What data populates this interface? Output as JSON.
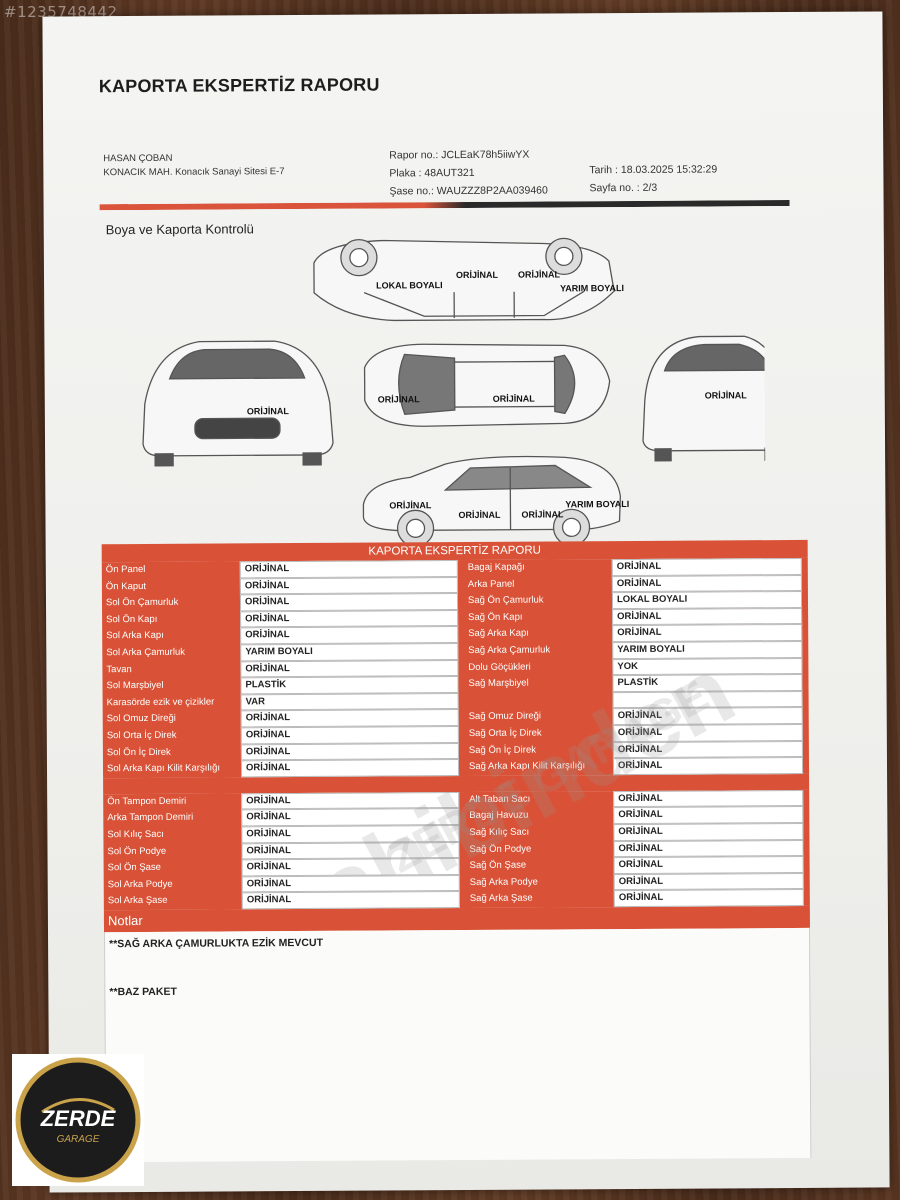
{
  "photo_id": "#1235748442",
  "document": {
    "title": "KAPORTA EKSPERTİZ RAPORU",
    "owner_name": "HASAN ÇOBAN",
    "owner_address": "KONACIK MAH. Konacık Sanayi Sitesi E-7",
    "report_no": "Rapor no.: JCLEaK78h5iiwYX",
    "plate": "Plaka : 48AUT321",
    "chassis": "Şase no.: WAUZZZ8P2AA039460",
    "date": "Tarih : 18.03.2025 15:32:29",
    "page": "Sayfa no. : 2/3"
  },
  "section_title": "Boya ve Kaporta Kontrolü",
  "diagram_labels": {
    "top_left": "LOKAL BOYALI",
    "top_mid1": "ORİJİNAL",
    "top_mid2": "ORİJİNAL",
    "top_right": "YARIM BOYALI",
    "front": "ORİJİNAL",
    "roof_front": "ORİJİNAL",
    "roof": "ORİJİNAL",
    "rear": "ORİJİNAL",
    "bottom_left": "ORİJİNAL",
    "bottom_mid1": "ORİJİNAL",
    "bottom_mid2": "ORİJİNAL",
    "bottom_right": "YARIM BOYALI"
  },
  "report_table": {
    "title": "KAPORTA EKSPERTİZ RAPORU",
    "rows": [
      {
        "l1": "Ön Panel",
        "v1": "ORİJİNAL",
        "l2": "Bagaj Kapağı",
        "v2": "ORİJİNAL"
      },
      {
        "l1": "Ön Kaput",
        "v1": "ORİJİNAL",
        "l2": "Arka Panel",
        "v2": "ORİJİNAL"
      },
      {
        "l1": "Sol Ön Çamurluk",
        "v1": "ORİJİNAL",
        "l2": "Sağ Ön Çamurluk",
        "v2": "LOKAL BOYALI"
      },
      {
        "l1": "Sol Ön Kapı",
        "v1": "ORİJİNAL",
        "l2": "Sağ Ön Kapı",
        "v2": "ORİJİNAL"
      },
      {
        "l1": "Sol Arka Kapı",
        "v1": "ORİJİNAL",
        "l2": "Sağ Arka Kapı",
        "v2": "ORİJİNAL"
      },
      {
        "l1": "Sol Arka Çamurluk",
        "v1": "YARIM BOYALI",
        "l2": "Sağ Arka Çamurluk",
        "v2": "YARIM BOYALI"
      },
      {
        "l1": "Tavan",
        "v1": "ORİJİNAL",
        "l2": "Dolu Göçükleri",
        "v2": "YOK"
      },
      {
        "l1": "Sol Marşbiyel",
        "v1": "PLASTİK",
        "l2": "Sağ Marşbiyel",
        "v2": "PLASTİK"
      },
      {
        "l1": "Karasörde ezik ve çizikler",
        "v1": "VAR",
        "l2": "",
        "v2": ""
      },
      {
        "l1": "Sol Omuz Direği",
        "v1": "ORİJİNAL",
        "l2": "Sağ Omuz Direği",
        "v2": "ORİJİNAL"
      },
      {
        "l1": "Sol Orta İç Direk",
        "v1": "ORİJİNAL",
        "l2": "Sağ Orta İç Direk",
        "v2": "ORİJİNAL"
      },
      {
        "l1": "Sol Ön İç Direk",
        "v1": "ORİJİNAL",
        "l2": "Sağ Ön İç Direk",
        "v2": "ORİJİNAL"
      },
      {
        "l1": "Sol Arka Kapı Kilit Karşılığı",
        "v1": "ORİJİNAL",
        "l2": "Sağ Arka Kapı Kilit Karşılığı",
        "v2": "ORİJİNAL"
      }
    ],
    "rows2": [
      {
        "l1": "Ön Tampon Demiri",
        "v1": "ORİJİNAL",
        "l2": "Alt Taban Sacı",
        "v2": "ORİJİNAL"
      },
      {
        "l1": "Arka Tampon Demiri",
        "v1": "ORİJİNAL",
        "l2": "Bagaj Havuzu",
        "v2": "ORİJİNAL"
      },
      {
        "l1": "Sol Kılıç Sacı",
        "v1": "ORİJİNAL",
        "l2": "Sağ Kılıç Sacı",
        "v2": "ORİJİNAL"
      },
      {
        "l1": "Sol Ön Podye",
        "v1": "ORİJİNAL",
        "l2": "Sağ Ön Podye",
        "v2": "ORİJİNAL"
      },
      {
        "l1": "Sol Ön Şase",
        "v1": "ORİJİNAL",
        "l2": "Sağ Ön Şase",
        "v2": "ORİJİNAL"
      },
      {
        "l1": "Sol Arka Podye",
        "v1": "ORİJİNAL",
        "l2": "Sağ Arka Podye",
        "v2": "ORİJİNAL"
      },
      {
        "l1": "Sol Arka Şase",
        "v1": "ORİJİNAL",
        "l2": "Sağ Arka Şase",
        "v2": "ORİJİNAL"
      }
    ]
  },
  "notes": {
    "title": "Notlar",
    "lines": [
      "**SAĞ ARKA ÇAMURLUKTA EZİK MEVCUT",
      "**BAZ PAKET"
    ]
  },
  "watermark": {
    "text1": "sahibinden",
    "text2": "ZERDE GARAGE"
  },
  "logo": {
    "line1": "ZERDE",
    "line2": "GARAGE"
  },
  "colors": {
    "accent": "#d95237",
    "dark": "#2a2a2a",
    "paper": "#f2f2f0"
  }
}
